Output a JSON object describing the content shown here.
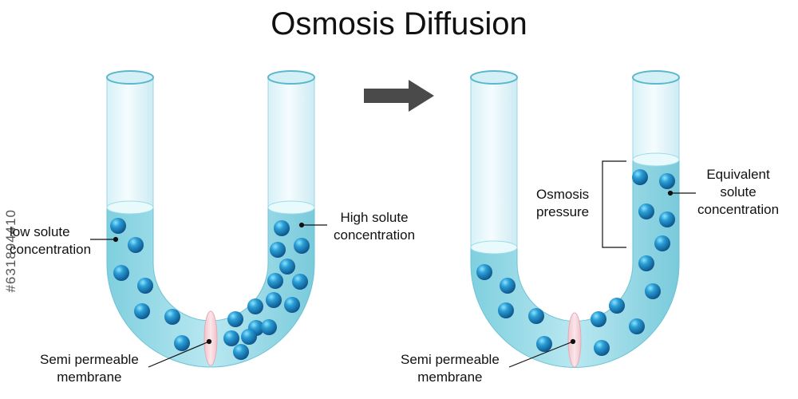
{
  "title": "Osmosis Diffusion",
  "watermark": "#631894410",
  "left_diagram": {
    "label_low": [
      "low solute",
      "concentration"
    ],
    "label_high": [
      "High solute",
      "concentration"
    ],
    "label_membrane": [
      "Semi permeable",
      "membrane"
    ]
  },
  "right_diagram": {
    "label_pressure": [
      "Osmosis",
      "pressure"
    ],
    "label_equivalent": [
      "Equivalent",
      "solute",
      "concentration"
    ],
    "label_membrane": [
      "Semi permeable",
      "membrane"
    ]
  },
  "colors": {
    "tube_light": "#e9f8fc",
    "liquid": "#9fdde9",
    "liquid_edge": "#5bc3d6",
    "membrane": "#f6d6dc",
    "particle": "#1f8fc6",
    "arrow": "#4a4a4a"
  },
  "icons": [
    "arrow-right-icon"
  ]
}
